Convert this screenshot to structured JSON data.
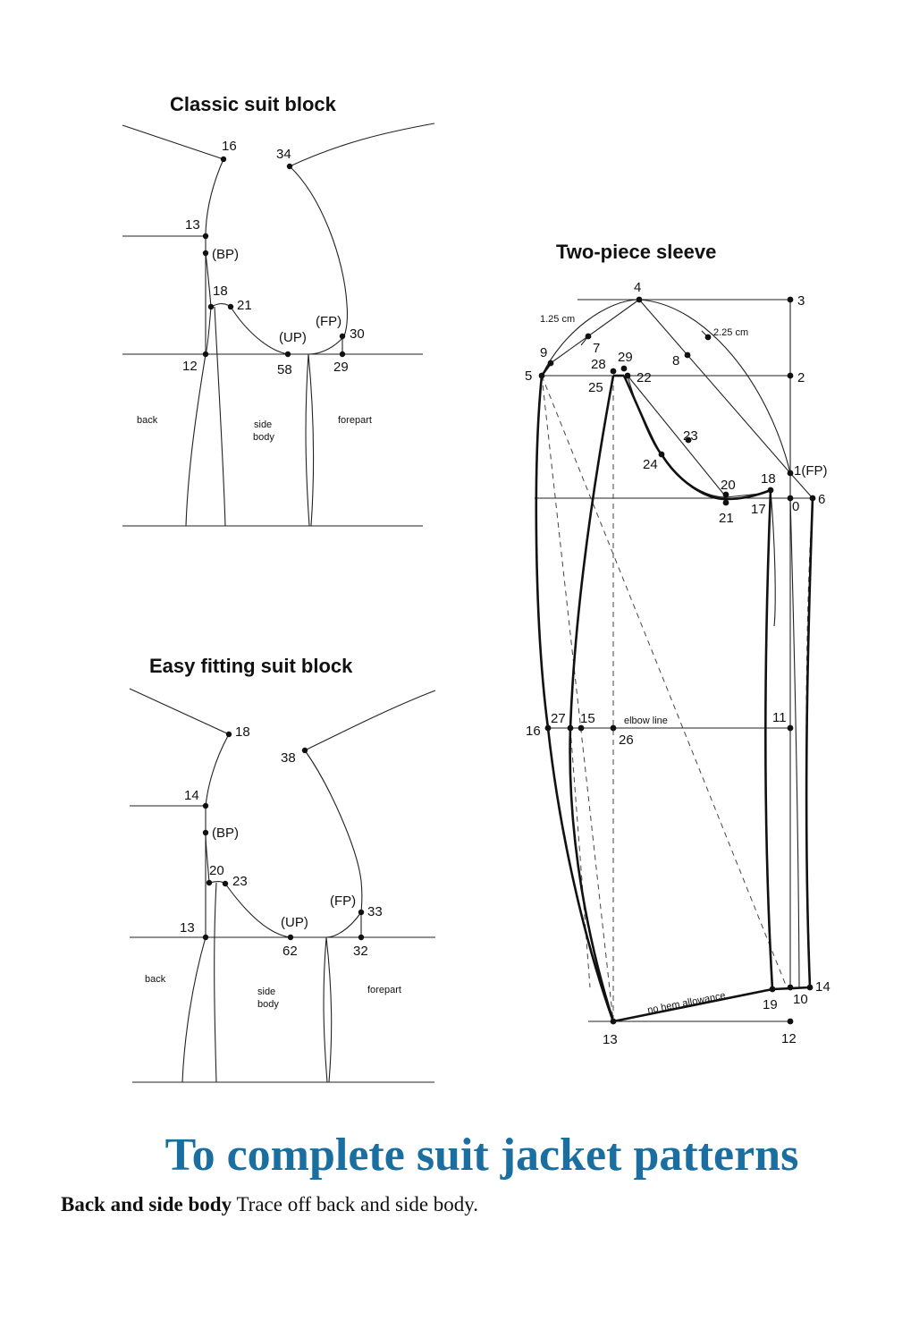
{
  "classic": {
    "title": "Classic suit block",
    "points": [
      "16",
      "34",
      "13",
      "(BP)",
      "18",
      "21",
      "(FP)",
      "30",
      "(UP)",
      "12",
      "58",
      "29"
    ],
    "labels": [
      "back",
      "side",
      "body",
      "forepart"
    ]
  },
  "easy": {
    "title": "Easy fitting suit block",
    "points": [
      "18",
      "38",
      "14",
      "(BP)",
      "20",
      "23",
      "(FP)",
      "33",
      "(UP)",
      "13",
      "62",
      "32"
    ],
    "labels": [
      "back",
      "side",
      "body",
      "forepart"
    ]
  },
  "sleeve": {
    "title": "Two-piece sleeve",
    "points": [
      "4",
      "3",
      "2",
      "1(FP)",
      "6",
      "0",
      "18",
      "17",
      "20",
      "21",
      "23",
      "24",
      "8",
      "7",
      "9",
      "5",
      "28",
      "29",
      "25",
      "22",
      "16",
      "27",
      "15",
      "26",
      "11",
      "14",
      "10",
      "19",
      "13",
      "12"
    ],
    "measures": [
      "1.25 cm",
      "2.25 cm"
    ],
    "notes": [
      "elbow line",
      "no hem allowance"
    ]
  },
  "heading": "To complete suit jacket patterns",
  "body": {
    "bold_label": "Back and side body",
    "text": " Trace off back and side body."
  }
}
